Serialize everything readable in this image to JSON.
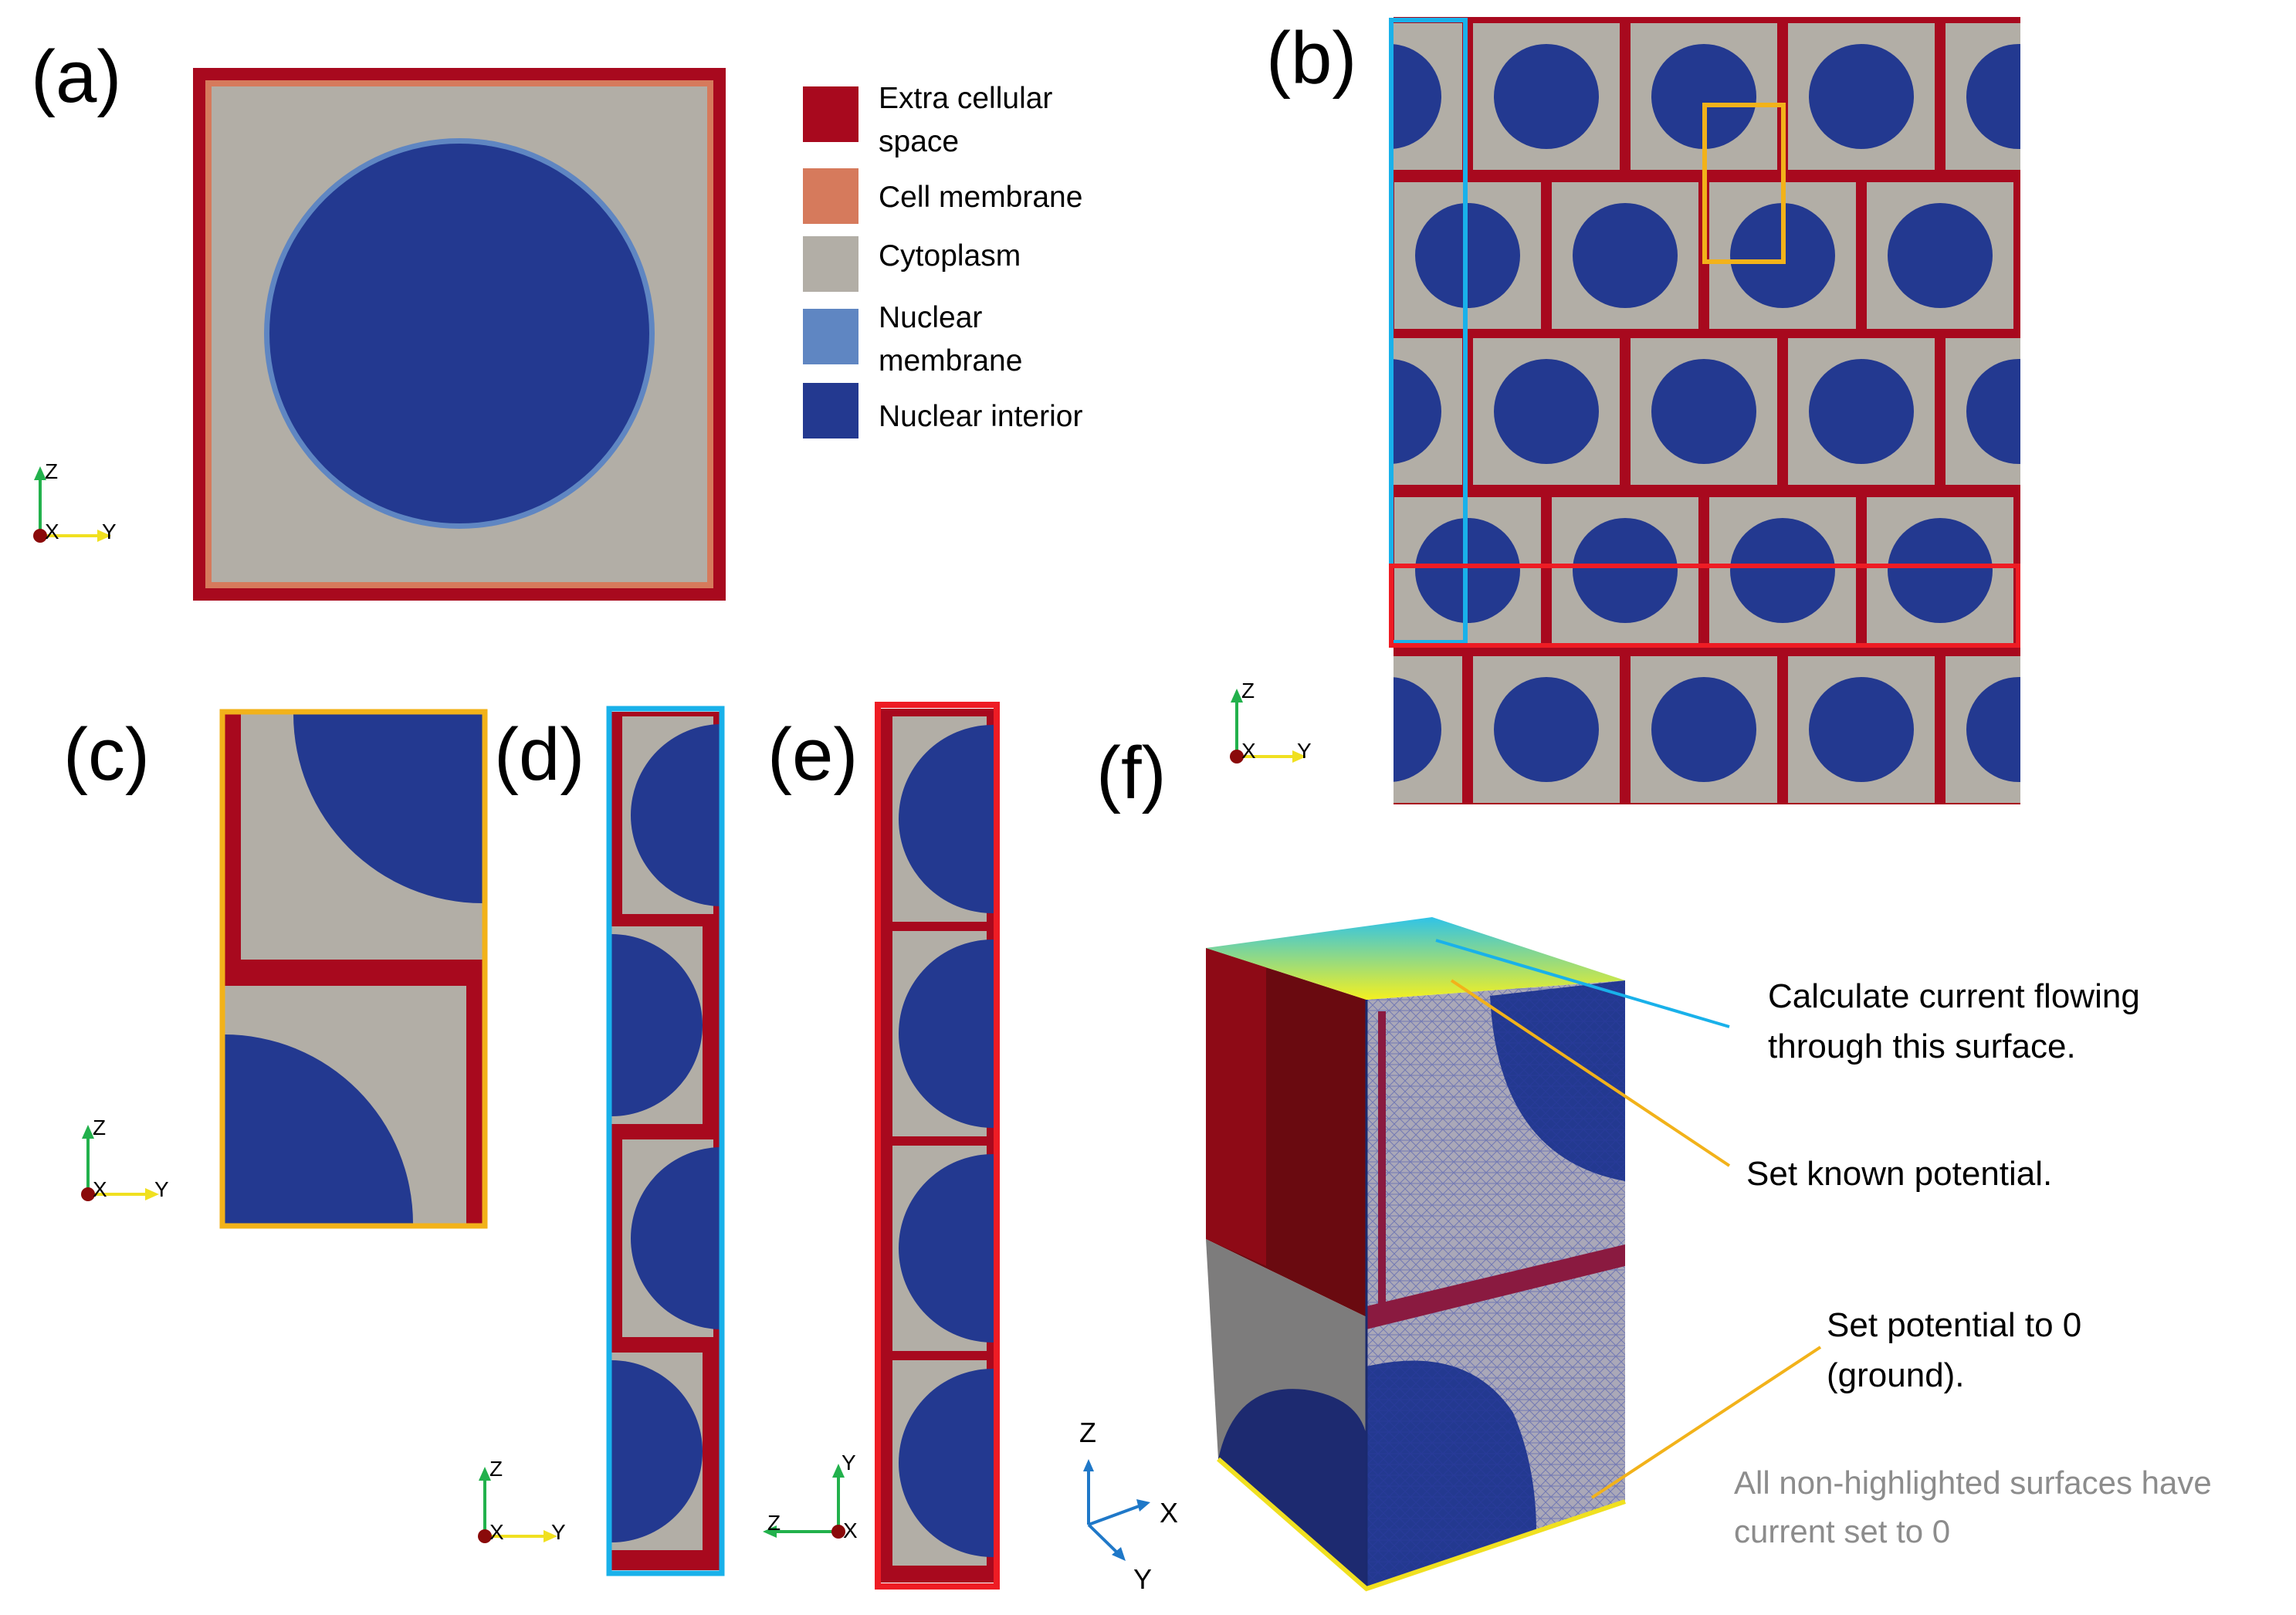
{
  "panels": {
    "a": "(a)",
    "b": "(b)",
    "c": "(c)",
    "d": "(d)",
    "e": "(e)",
    "f": "(f)"
  },
  "legend": [
    {
      "line1": "Extra cellular",
      "line2": "space",
      "color": "#a8091e"
    },
    {
      "line1": "Cell membrane",
      "line2": "",
      "color": "#d67a5c"
    },
    {
      "line1": "Cytoplasm",
      "line2": "",
      "color": "#b2aea6"
    },
    {
      "line1": "Nuclear",
      "line2": "membrane",
      "color": "#5f86c2"
    },
    {
      "line1": "Nuclear interior",
      "line2": "",
      "color": "#233990"
    }
  ],
  "colors": {
    "extracellular": "#a8091e",
    "membrane": "#d67a5c",
    "cytoplasm": "#b2aea6",
    "nuclear_membrane": "#5f86c2",
    "nucleus": "#233990",
    "highlight_orange": "#f2b21a",
    "highlight_cyan": "#19b1ea",
    "highlight_red": "#ee1c24",
    "axis_z": "#22b14c",
    "axis_y": "#f0e020",
    "axis_3d": "#1f78c8",
    "annotation_gray": "#8c8c8c"
  },
  "axes": {
    "z": "Z",
    "y": "Y",
    "x": "X"
  },
  "annotations": {
    "current_line1": "Calculate current flowing",
    "current_line2": "through this surface.",
    "known_potential": "Set known potential.",
    "ground_line1": "Set potential to 0",
    "ground_line2": "(ground).",
    "note_line1": "All non-highlighted surfaces have",
    "note_line2": "current set to 0"
  }
}
